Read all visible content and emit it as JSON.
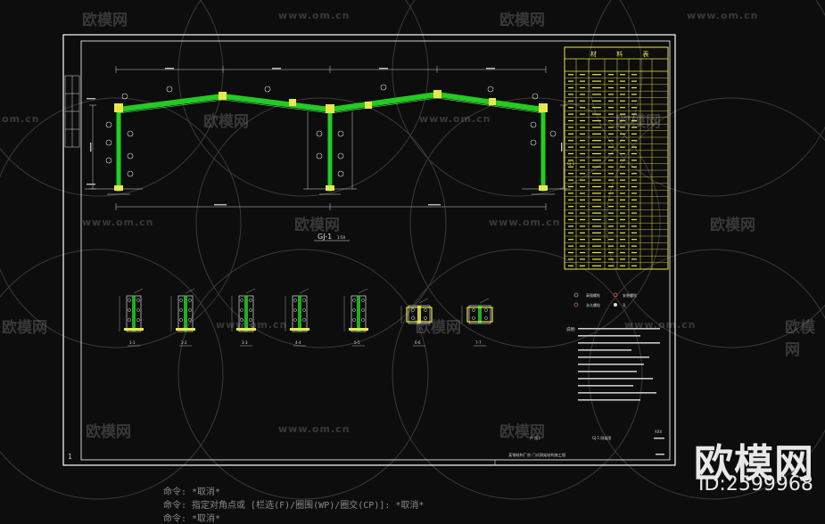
{
  "drawing": {
    "frame_title": "GJ-1",
    "frame_scale": "1:50",
    "sheet_number": "1",
    "title_block_code": "XXX",
    "title_block_text": "GJ-1 刚架图",
    "drawing_name": "某钢结构厂房 门式刚架结构施工图",
    "bottom_note": "户 图1",
    "table_header": "材 料 表",
    "table_side_label": "GJ-1"
  },
  "details": [
    {
      "label": "1-1"
    },
    {
      "label": "2-2"
    },
    {
      "label": "3-3"
    },
    {
      "label": "4-4"
    },
    {
      "label": "5-5"
    },
    {
      "label": "6-6"
    },
    {
      "label": "7-7"
    }
  ],
  "legend": [
    {
      "label": "高强螺栓"
    },
    {
      "label": "安装螺栓"
    },
    {
      "label": "永久螺栓"
    },
    {
      "label": "孔"
    }
  ],
  "notes_title": "说明:",
  "watermarks": {
    "brand": "欧模网",
    "url": "www.om.cn",
    "url_short": "om.cn"
  },
  "brand": {
    "big": "欧模网",
    "id": "ID:2599968"
  },
  "command_line": {
    "line1": "命令: *取消*",
    "line2": "命令: 指定对角点或 [栏选(F)/圈围(WP)/圈交(CP)]: *取消*",
    "line3": "命令: *取消*"
  },
  "colors": {
    "background": "#0d0d0d",
    "frame_line": "#ffffff",
    "member_green": "#22cc22",
    "dim_white": "#d8d8d8",
    "table_yellow": "#e8e84a",
    "accent_red": "#ff4444",
    "accent_magenta": "#e040e0",
    "accent_cyan": "#40e0e0"
  }
}
